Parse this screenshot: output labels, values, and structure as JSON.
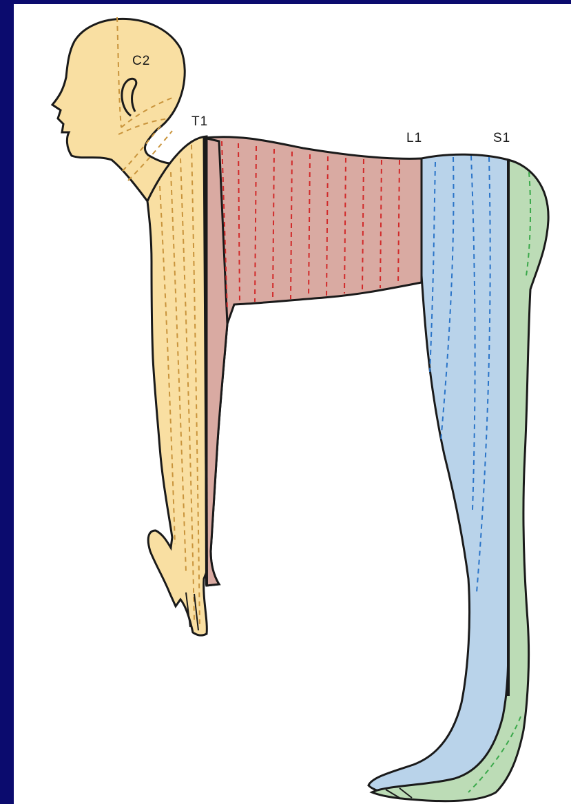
{
  "labels": {
    "c2": "C2",
    "t1": "T1",
    "l1": "L1",
    "s1": "S1"
  },
  "colors": {
    "frame": "#0b0b6e",
    "cervical_skin": "#f9dfa2",
    "cervical_lines": "#c9943c",
    "thoracic_skin": "#d9aaa2",
    "thoracic_lines": "#d12a2a",
    "lumbar_skin": "#b9d3ea",
    "lumbar_lines": "#2a74c8",
    "sacral_skin": "#bcdcb6",
    "sacral_lines": "#3aa84a",
    "outline": "#1a1a1a"
  }
}
